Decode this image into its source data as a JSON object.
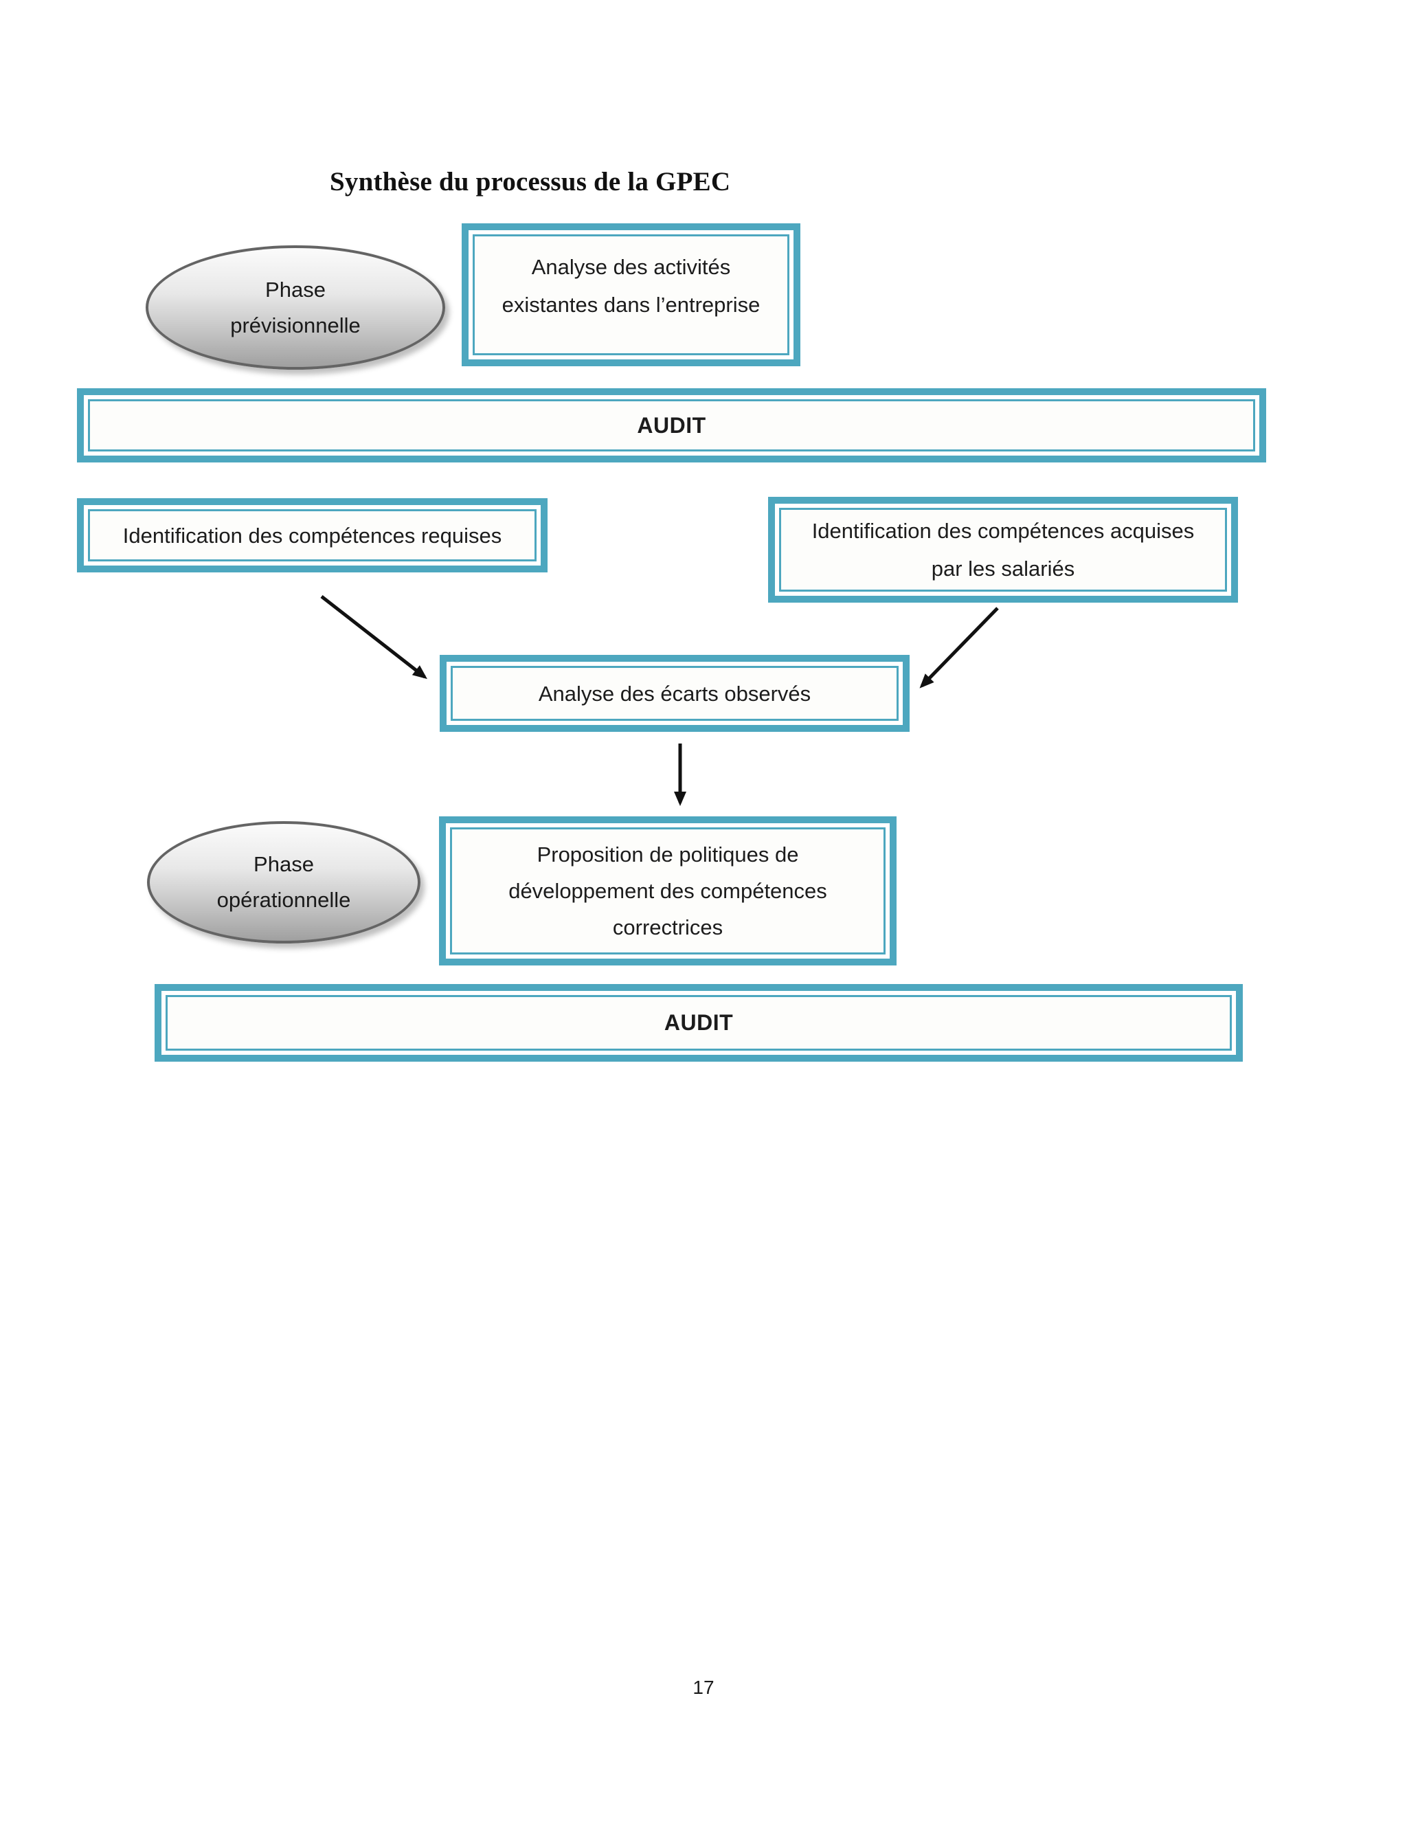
{
  "title": "Synthèse du processus de la GPEC",
  "colors": {
    "teal_border": "#4da7bf",
    "ellipse_border": "#646464",
    "text": "#1c1c1c"
  },
  "diagram": {
    "phase_previsionnelle": {
      "lines": [
        "Phase",
        "prévisionnelle"
      ]
    },
    "analyse_activites": {
      "lines": [
        "Analyse des activités",
        "existantes dans l’entreprise"
      ]
    },
    "audit_top": {
      "label": "AUDIT"
    },
    "competences_requises": {
      "lines": [
        "Identification des compétences requises"
      ]
    },
    "competences_acquises": {
      "lines": [
        "Identification des compétences acquises",
        "par les salariés"
      ]
    },
    "analyse_ecarts": {
      "lines": [
        "Analyse des écarts observés"
      ]
    },
    "phase_operationnelle": {
      "lines": [
        "Phase",
        "opérationnelle"
      ]
    },
    "proposition": {
      "lines": [
        "Proposition de politiques de",
        "développement des compétences",
        "correctrices"
      ]
    },
    "audit_bottom": {
      "label": "AUDIT"
    }
  },
  "footer": {
    "page_number": "17"
  }
}
